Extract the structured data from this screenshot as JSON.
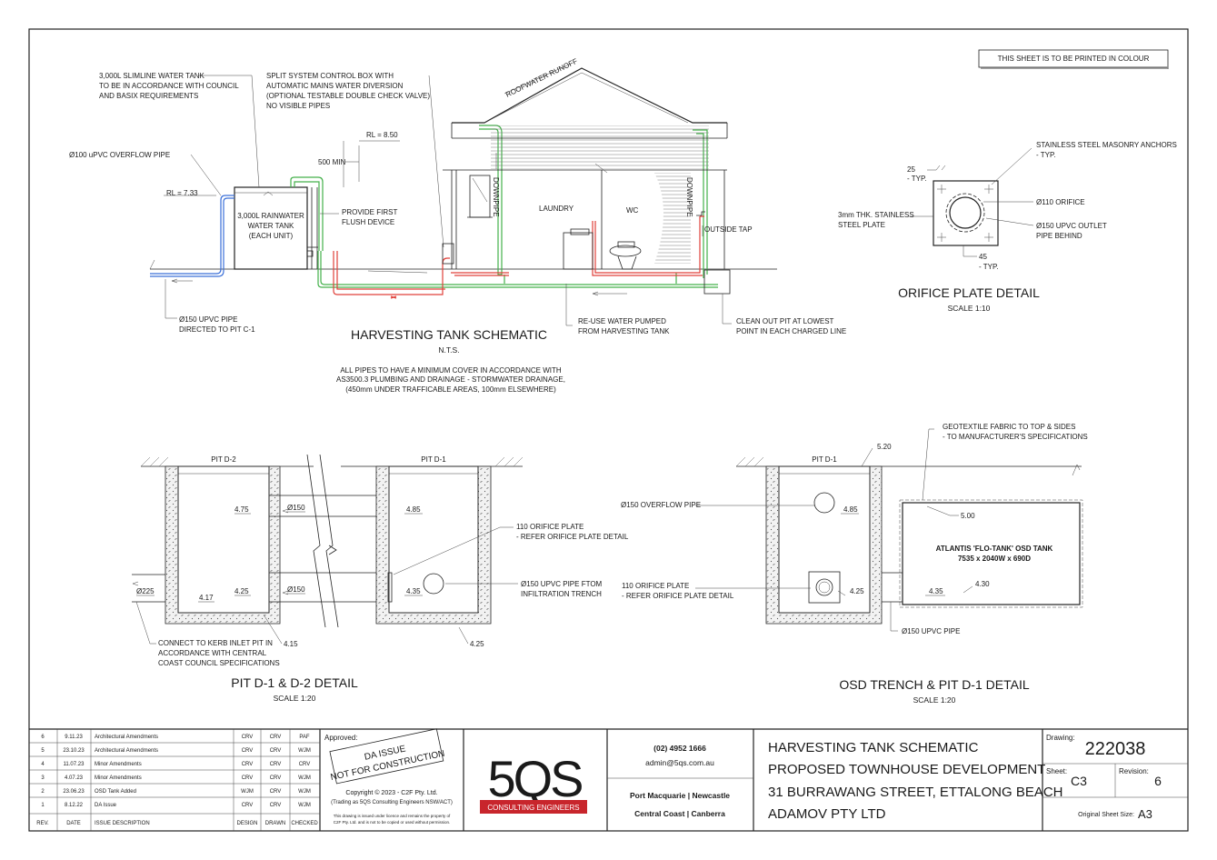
{
  "print_note": "THIS SHEET IS TO BE PRINTED IN COLOUR",
  "schematic": {
    "title": "HARVESTING TANK SCHEMATIC",
    "scale": "N.T.S.",
    "note": [
      "ALL PIPES TO HAVE A MINIMUM COVER IN ACCORDANCE WITH",
      "AS3500.3 PLUMBING AND DRAINAGE - STORMWATER DRAINAGE,",
      "(450mm UNDER TRAFFICABLE AREAS, 100mm ELSEWHERE)"
    ],
    "labels": {
      "tank_note": [
        "3,000L SLIMLINE WATER TANK",
        "TO BE IN ACCORDANCE WITH COUNCIL",
        "AND BASIX REQUIREMENTS"
      ],
      "control_box": [
        "SPLIT SYSTEM CONTROL BOX WITH",
        "AUTOMATIC MAINS WATER DIVERSION",
        "(OPTIONAL TESTABLE DOUBLE CHECK VALVE)",
        "NO VISIBLE PIPES"
      ],
      "roofwater": "ROOFWATER RUNOFF",
      "overflow": "Ø100 uPVC OVERFLOW PIPE",
      "rl_733": "RL = 7.33",
      "rl_850": "RL = 8.50",
      "min500": "500 MIN",
      "tank": [
        "3,000L RAINWATER",
        "WATER TANK",
        "(EACH UNIT)"
      ],
      "first_flush": [
        "PROVIDE FIRST",
        "FLUSH DEVICE"
      ],
      "downpipe": "DOWNPIPE",
      "laundry": "LAUNDRY",
      "wc": "WC",
      "outside_tap": "OUTSIDE TAP",
      "pipe150": [
        "Ø150 UPVC PIPE",
        "DIRECTED TO PIT C-1"
      ],
      "reuse": [
        "RE-USE WATER PUMPED",
        "FROM HARVESTING TANK"
      ],
      "cleanout": [
        "CLEAN OUT PIT AT LOWEST",
        "POINT IN EACH CHARGED LINE"
      ]
    }
  },
  "orifice": {
    "title": "ORIFICE PLATE DETAIL",
    "scale": "SCALE 1:10",
    "labels": {
      "anchors": [
        "STAINLESS STEEL MASONRY ANCHORS",
        "- TYP."
      ],
      "dim25": [
        "25",
        "- TYP."
      ],
      "orifice110": "Ø110 ORIFICE",
      "plate": [
        "3mm THK. STAINLESS",
        "STEEL PLATE"
      ],
      "outlet": [
        "Ø150 UPVC OUTLET",
        "PIPE BEHIND"
      ],
      "dim45": [
        "45",
        "- TYP."
      ]
    }
  },
  "pit": {
    "title": "PIT D-1 & D-2 DETAIL",
    "scale": "SCALE 1:20",
    "labels": {
      "d2": "PIT D-2",
      "d1": "PIT D-1",
      "l475": "4.75",
      "l485": "4.85",
      "d150a": "Ø150",
      "d150b": "Ø150",
      "d225": "Ø225",
      "l417": "4.17",
      "l425a": "4.25",
      "l435": "4.35",
      "l415": "4.15",
      "l425b": "4.25",
      "orifice_plate": [
        "110 ORIFICE PLATE",
        "- REFER ORIFICE PLATE DETAIL"
      ],
      "ftom": [
        "Ø150 UPVC PIPE FTOM",
        "INFILTRATION TRENCH"
      ],
      "kerb": [
        "CONNECT TO KERB INLET PIT IN",
        "ACCORDANCE WITH CENTRAL",
        "COAST COUNCIL SPECIFICATIONS"
      ]
    }
  },
  "osd": {
    "title": "OSD TRENCH & PIT D-1 DETAIL",
    "scale": "SCALE 1:20",
    "labels": {
      "geo": [
        "GEOTEXTILE FABRIC TO TOP & SIDES",
        "- TO MANUFACTURER'S SPECIFICATIONS"
      ],
      "d1": "PIT D-1",
      "l520": "5.20",
      "overflow": "Ø150 OVERFLOW PIPE",
      "l485": "4.85",
      "l500": "5.00",
      "tank": [
        "ATLANTIS 'FLO-TANK' OSD TANK",
        "7535 x 2040W x 690D"
      ],
      "orifice_plate": [
        "110 ORIFICE PLATE",
        "- REFER ORIFICE PLATE DETAIL"
      ],
      "l425": "4.25",
      "l435": "4.35",
      "l430": "4.30",
      "pipe": "Ø150 UPVC PIPE"
    }
  },
  "revisions": {
    "headers": [
      "REV.",
      "DATE",
      "ISSUE DESCRIPTION",
      "DESIGN",
      "DRAWN",
      "CHECKED"
    ],
    "rows": [
      [
        "6",
        "9.11.23",
        "Architectural Amendments",
        "CRV",
        "CRV",
        "PAF"
      ],
      [
        "5",
        "23.10.23",
        "Architectural Amendments",
        "CRV",
        "CRV",
        "WJM"
      ],
      [
        "4",
        "11.07.23",
        "Minor Amendments",
        "CRV",
        "CRV",
        "CRV"
      ],
      [
        "3",
        "4.07.23",
        "Minor Amendments",
        "CRV",
        "CRV",
        "WJM"
      ],
      [
        "2",
        "23.06.23",
        "OSD Tank Added",
        "WJM",
        "CRV",
        "WJM"
      ],
      [
        "1",
        "8.12.22",
        "DA Issue",
        "CRV",
        "CRV",
        "WJM"
      ]
    ]
  },
  "approval": {
    "approved": "Approved:",
    "stamp1": "DA ISSUE",
    "stamp2": "NOT FOR CONSTRUCTION",
    "copyright": "Copyright © 2023 - C2F Pty. Ltd.",
    "trading": "(Trading as 5QS Consulting Engineers NSW/ACT)",
    "fine": [
      "This drawing is issued under licence and remains the property of",
      "C2F Pty. Ltd. and is not to be copied or used without permission."
    ]
  },
  "logo": {
    "mark": "5QS",
    "tag": "CONSULTING ENGINEERS",
    "color": "#c8252c"
  },
  "contact": {
    "phone": "(02) 4952 1666",
    "email": "admin@5qs.com.au",
    "cities1": "Port Macquarie | Newcastle",
    "cities2": "Central Coast | Canberra"
  },
  "project": {
    "line1": "HARVESTING TANK SCHEMATIC",
    "line2": "PROPOSED TOWNHOUSE DEVELOPMENT",
    "line3": "31 BURRAWANG STREET, ETTALONG BEACH",
    "line4": "ADAMOV PTY LTD"
  },
  "drawing": {
    "drawing_label": "Drawing:",
    "drawing_no": "222038",
    "sheet_label": "Sheet:",
    "sheet": "C3",
    "revision_label": "Revision:",
    "revision": "6",
    "size_label": "Original Sheet Size:",
    "size": "A3"
  }
}
